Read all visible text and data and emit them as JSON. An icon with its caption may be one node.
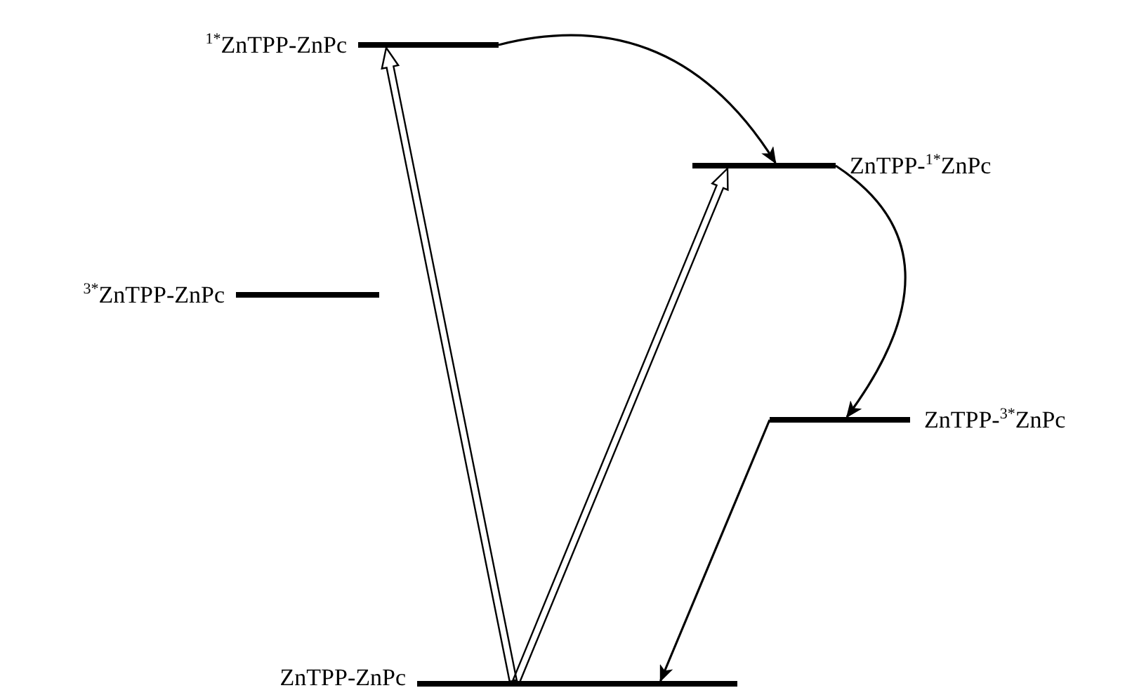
{
  "diagram": {
    "nodes": [
      {
        "text": [
          "$^{1*}$ZnTPP-ZnPc"
        ]
      },
      {
        "text": [
          "ZnTPP-$^{1*}$ZnPc"
        ]
      },
      {
        "text": [
          "$^{3*}$ZnTPP-ZnPc"
        ]
      },
      {
        "text": [
          "ZnTPP-$^{3*}$ZnPc"
        ]
      },
      {
        "text": [
          "ZnTPP-ZnPc"
        ]
      }
    ],
    "edges": [
      {
        "from": 4,
        "to": 0,
        "arrow": "to"
      },
      {
        "from": 4,
        "to": 1,
        "arrow": "to"
      },
      {
        "from": 0,
        "to": 1,
        "arrow": "to"
      },
      {
        "from": 1,
        "to": 3,
        "arrow": "to"
      },
      {
        "from": 3,
        "to": 4,
        "arrow": "to"
      }
    ]
  }
}
